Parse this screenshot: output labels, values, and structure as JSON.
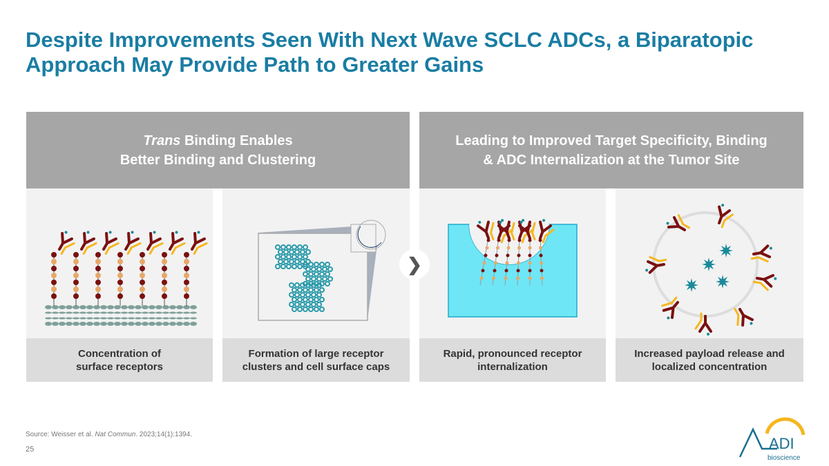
{
  "title": "Despite Improvements Seen With Next Wave SCLC ADCs, a Biparatopic Approach May Provide Path to Greater Gains",
  "left_header": {
    "italic": "Trans",
    "line1_rest": " Binding Enables",
    "line2": "Better Binding and Clustering"
  },
  "right_header": {
    "line1": "Leading to Improved Target Specificity, Binding",
    "line2": "& ADC Internalization at the Tumor Site"
  },
  "captions": [
    {
      "line1": "Concentration of",
      "line2": "surface receptors"
    },
    {
      "line1": "Formation of large receptor",
      "line2": "clusters and cell surface caps"
    },
    {
      "line1": "Rapid, pronounced receptor",
      "line2": "internalization"
    },
    {
      "line1": "Increased payload release and",
      "line2": "localized concentration"
    }
  ],
  "source": {
    "prefix": "Source:  Weisser et al. ",
    "journal": "Nat Commun",
    "suffix": ". 2023;14(1):1394."
  },
  "page_number": "25",
  "logo": {
    "text": "ADI",
    "sub": "bioscience"
  },
  "colors": {
    "title": "#1a7da3",
    "header": "#a6a6a6",
    "panel": "#f2f2f2",
    "caption": "#dcdcdc",
    "antibody_dark": "#7a1010",
    "antibody_gold": "#f5b720",
    "teal": "#1a8a9a",
    "cyan": "#6ee6f5"
  }
}
